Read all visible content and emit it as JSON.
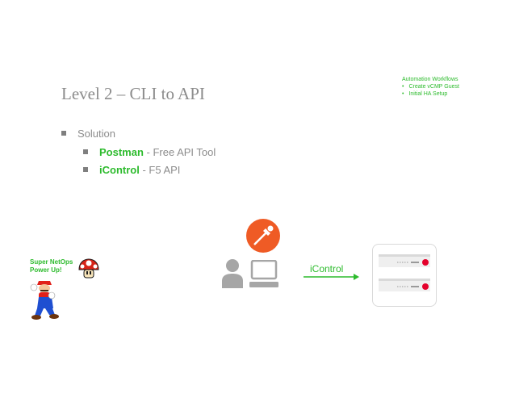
{
  "slide": {
    "title": "Level 2 – CLI to API",
    "bullets": {
      "solution": "Solution",
      "postman_name": "Postman",
      "postman_desc": " - Free API Tool",
      "icontrol_name": "iControl",
      "icontrol_desc": " - F5 API"
    },
    "workflows": {
      "title": "Automation Workflows",
      "items": [
        "Create vCMP Guest",
        "Initial HA Setup"
      ]
    },
    "netops_label_line1": "Super NetOps",
    "netops_label_line2": "Power Up!",
    "arrow_label": "iControl"
  },
  "colors": {
    "accent_green": "#2dbb2d",
    "postman_orange": "#ef5b25",
    "f5_red": "#e4002b",
    "text_gray": "#8c8c8c"
  },
  "icons": [
    "mario-icon",
    "mushroom-icon",
    "user-icon",
    "computer-icon",
    "postman-icon",
    "f5-server-icon"
  ]
}
